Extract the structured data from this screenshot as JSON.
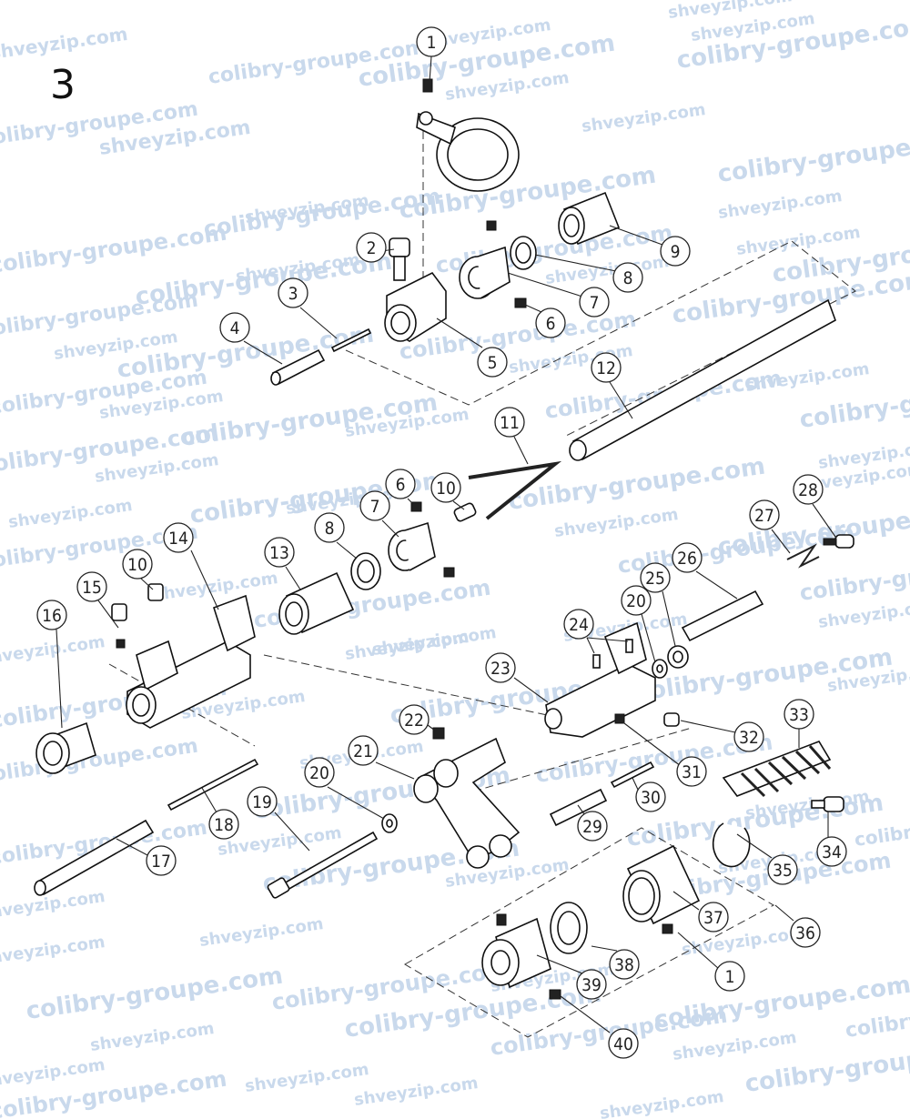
{
  "figure_number": "3",
  "watermarks": [
    "colibry-groupe.com",
    "shveyzip.com"
  ],
  "callouts": [
    {
      "label": "1"
    },
    {
      "label": "2"
    },
    {
      "label": "3"
    },
    {
      "label": "4"
    },
    {
      "label": "5"
    },
    {
      "label": "6"
    },
    {
      "label": "7"
    },
    {
      "label": "8"
    },
    {
      "label": "9"
    },
    {
      "label": "10"
    },
    {
      "label": "11"
    },
    {
      "label": "12"
    },
    {
      "label": "10"
    },
    {
      "label": "6"
    },
    {
      "label": "7"
    },
    {
      "label": "8"
    },
    {
      "label": "13"
    },
    {
      "label": "14"
    },
    {
      "label": "10"
    },
    {
      "label": "15"
    },
    {
      "label": "16"
    },
    {
      "label": "17"
    },
    {
      "label": "18"
    },
    {
      "label": "19"
    },
    {
      "label": "20"
    },
    {
      "label": "21"
    },
    {
      "label": "22"
    },
    {
      "label": "23"
    },
    {
      "label": "24"
    },
    {
      "label": "20"
    },
    {
      "label": "25"
    },
    {
      "label": "26"
    },
    {
      "label": "27"
    },
    {
      "label": "28"
    },
    {
      "label": "29"
    },
    {
      "label": "30"
    },
    {
      "label": "31"
    },
    {
      "label": "32"
    },
    {
      "label": "33"
    },
    {
      "label": "34"
    },
    {
      "label": "35"
    },
    {
      "label": "36"
    },
    {
      "label": "37"
    },
    {
      "label": "38"
    },
    {
      "label": "39"
    },
    {
      "label": "40"
    },
    {
      "label": "1"
    }
  ]
}
